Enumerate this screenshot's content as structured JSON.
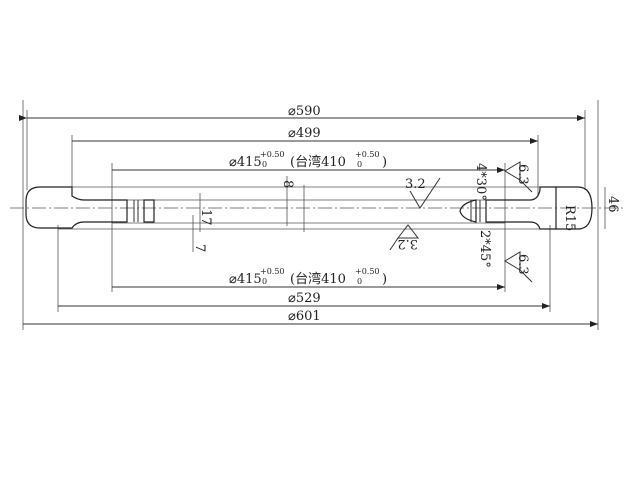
{
  "drawing": {
    "dimensions": {
      "d590": "⌀590",
      "d499": "⌀499",
      "d415_top": "⌀415",
      "d415_bottom": "⌀415",
      "tol_upper": "+0.50",
      "tol_lower": "0",
      "taiwan_top": "(台湾410",
      "taiwan_bottom": "(台湾410",
      "close_paren": ")",
      "d529": "⌀529",
      "d601": "⌀601",
      "height_46": "46",
      "radius": "R15",
      "dim_8": "8",
      "dim_17": "17",
      "dim_7": "7",
      "chamfer_top": "4*30°",
      "chamfer_bottom": "2*45°"
    },
    "roughness": {
      "top_center": "3.2",
      "bottom_center": "3.2",
      "right_top": "6.3",
      "right_bottom": "6.3"
    }
  }
}
